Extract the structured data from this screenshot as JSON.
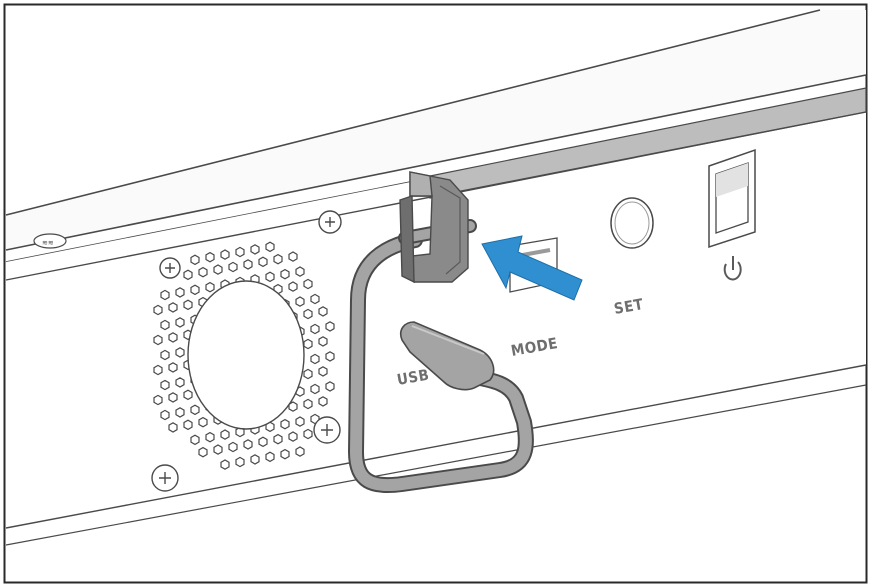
{
  "labels": {
    "usb": "USB",
    "mode": "MODE",
    "set": "SET"
  },
  "icons": {
    "power": "power-icon",
    "arrow": "insert-arrow-icon",
    "fan": "fan-vent-icon",
    "screw": "screw-icon",
    "clip": "cable-clip-icon",
    "plug": "usb-c-plug-icon"
  },
  "colors": {
    "arrow": "#2f8fd0",
    "line": "#4a4a4a",
    "cable": "#9c9c9c",
    "clip": "#7f7f7f"
  }
}
